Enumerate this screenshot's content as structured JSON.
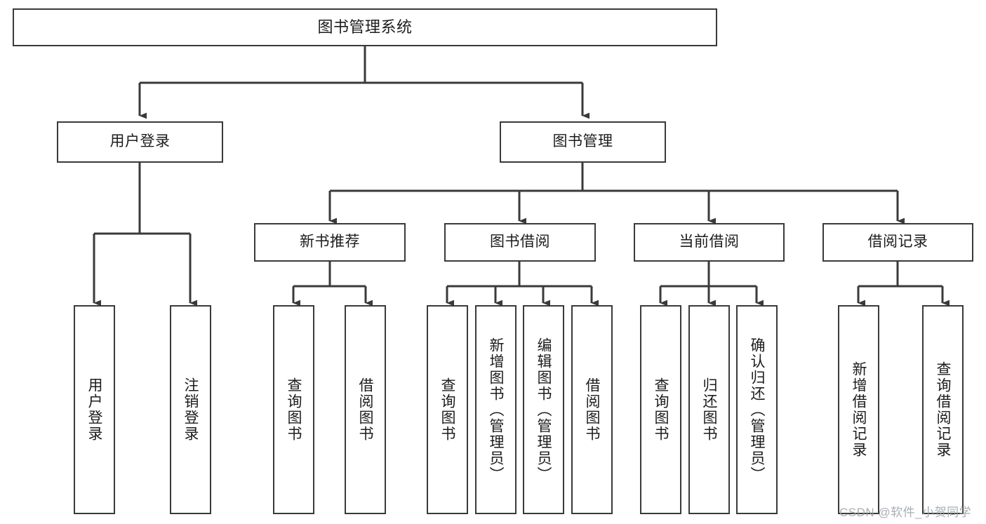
{
  "diagram": {
    "type": "hierarchy-tree",
    "title": "图书管理系统",
    "orientation": "top-down",
    "stroke_color": "#3a3a3a",
    "background_color": "#ffffff",
    "nodes": {
      "root": {
        "label": "图书管理系统"
      },
      "level1": [
        {
          "label": "用户登录"
        },
        {
          "label": "图书管理"
        }
      ],
      "level2": [
        {
          "label": "新书推荐"
        },
        {
          "label": "图书借阅"
        },
        {
          "label": "当前借阅"
        },
        {
          "label": "借阅记录"
        }
      ],
      "leaves_user_login": [
        {
          "label": "用户登录"
        },
        {
          "label": "注销登录"
        }
      ],
      "leaves_new_book": [
        {
          "label": "查询图书"
        },
        {
          "label": "借阅图书"
        }
      ],
      "leaves_borrow": [
        {
          "label": "查询图书"
        },
        {
          "label": "新增图书（管理员）"
        },
        {
          "label": "编辑图书（管理员）"
        },
        {
          "label": "借阅图书"
        }
      ],
      "leaves_current": [
        {
          "label": "查询图书"
        },
        {
          "label": "归还图书"
        },
        {
          "label": "确认归还（管理员）"
        }
      ],
      "leaves_record": [
        {
          "label": "新增借阅记录"
        },
        {
          "label": "查询借阅记录"
        }
      ]
    },
    "watermark": "CSDN @软件_小贺同学"
  }
}
